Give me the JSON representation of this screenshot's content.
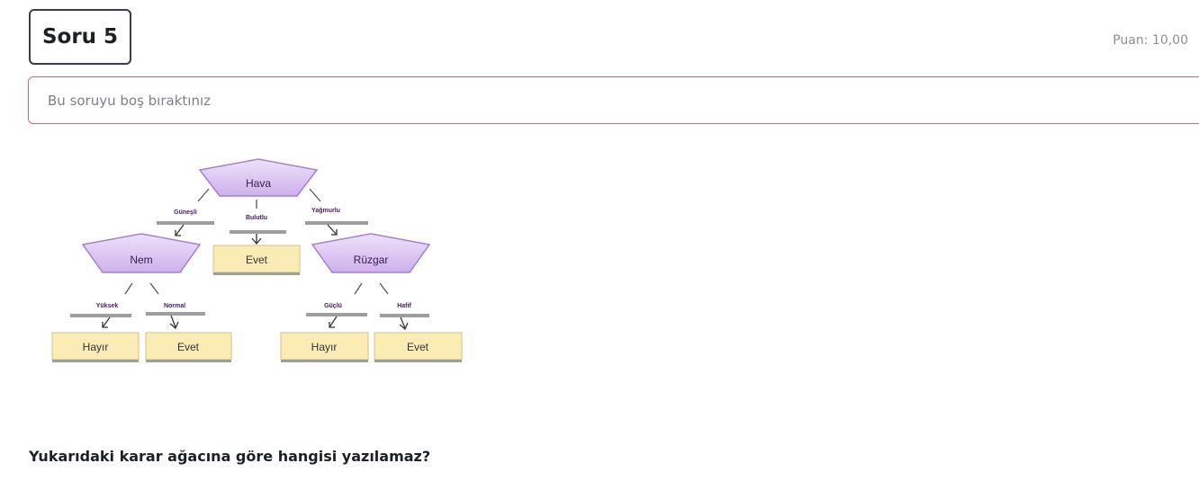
{
  "question": {
    "number_label": "Soru 5",
    "grade_label": "Puan: 10,00",
    "state_text": "Bu soruyu boş bıraktınız",
    "prompt": "Yukarıdaki karar ağacına göre hangisi yazılamaz?"
  },
  "tree": {
    "root": "Hava",
    "edges": {
      "sunny": "Güneşli",
      "cloudy": "Bulutlu",
      "rainy": "Yağmurlu",
      "high": "Yüksek",
      "normal": "Normal",
      "strong": "Güçlü",
      "light": "Hafif"
    },
    "nodes": {
      "humidity": "Nem",
      "wind": "Rüzgar",
      "cloudy_leaf": "Evet",
      "high_leaf": "Hayır",
      "normal_leaf": "Evet",
      "strong_leaf": "Hayır",
      "light_leaf": "Evet"
    }
  },
  "colors": {
    "badge_border": "#3a3d44",
    "state_border": "#e0636b",
    "pentagon_fill": "#d9c2f0",
    "pentagon_stroke": "#a67fd1",
    "leaf_fill": "#fbebb5",
    "leaf_stroke": "#d8c17f",
    "edge_label": "#4a1a5e"
  }
}
